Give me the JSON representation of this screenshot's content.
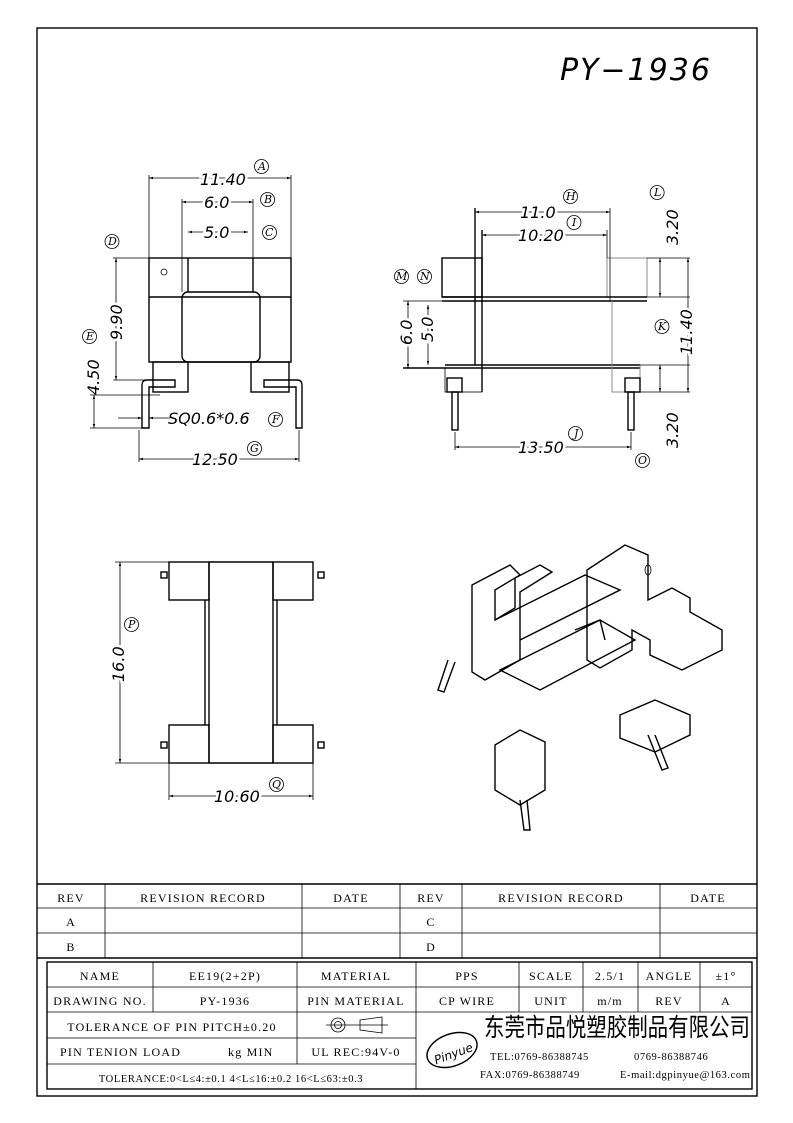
{
  "title": "PY−1936",
  "front_view": {
    "a": "11.40",
    "b": "6.0",
    "c": "5.0",
    "height": "9.90",
    "pin_len": "4.50",
    "pin_sq": "SQ0.6*0.6",
    "pitch": "12.50",
    "labels": {
      "a": "A",
      "b": "B",
      "c": "C",
      "d": "D",
      "e": "E",
      "f": "F",
      "g": "G"
    }
  },
  "side_view": {
    "h": "11.0",
    "i": "10.20",
    "m": "6.0",
    "n": "5.0",
    "l": "3.20",
    "k": "11.40",
    "o": "3.20",
    "j": "13.50",
    "labels": {
      "h": "H",
      "i": "I",
      "j": "J",
      "k": "K",
      "l": "L",
      "m": "M",
      "n": "N",
      "o": "O"
    }
  },
  "bottom_view": {
    "p": "16.0",
    "q": "10.60",
    "labels": {
      "p": "P",
      "q": "Q"
    }
  },
  "revision_table": {
    "headers": [
      "REV",
      "REVISION RECORD",
      "DATE",
      "REV",
      "REVISION RECORD",
      "DATE"
    ],
    "rows": [
      [
        "A",
        "",
        "",
        "C",
        "",
        ""
      ],
      [
        "B",
        "",
        "",
        "D",
        "",
        ""
      ]
    ]
  },
  "title_block": {
    "name_label": "NAME",
    "name": "EE19(2+2P)",
    "material_label": "MATERIAL",
    "material": "PPS",
    "scale_label": "SCALE",
    "scale": "2.5/1",
    "angle_label": "ANGLE",
    "angle": "±1°",
    "drawing_no_label": "DRAWING NO.",
    "drawing_no": "PY-1936",
    "pin_material_label": "PIN MATERIAL",
    "pin_material": "CP WIRE",
    "unit_label": "UNIT",
    "unit": "m/m",
    "rev_label": "REV",
    "rev": "A",
    "pin_pitch_tol": "TOLERANCE OF PIN PITCH±0.20",
    "pin_load": "PIN TENION LOAD",
    "pin_load_unit": "kg MIN",
    "ul": "UL REC:94V-0",
    "tolerance": "TOLERANCE:0<L≤4:±0.1  4<L≤16:±0.2  16<L≤63:±0.3",
    "company": "东莞市品悦塑胶制品有限公司",
    "logo": "Pinyue",
    "tel": "TEL:0769-86388745",
    "tel2": "0769-86388746",
    "fax": "FAX:0769-86388749",
    "email": "E-mail:dgpinyue@163.com"
  }
}
